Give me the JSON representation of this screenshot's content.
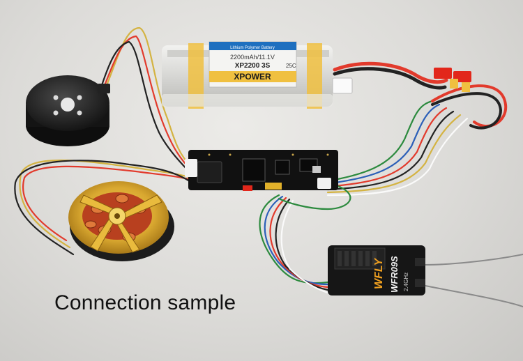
{
  "caption": "Connection sample",
  "battery": {
    "brand": "XPOWER",
    "model": "XP2200 3S",
    "rating": "25C",
    "capacity": "2200mAh/11.1V",
    "type": "Lithium Polymer Battery"
  },
  "receiver": {
    "brand": "WFLY",
    "model": "WFR09S",
    "band": "2.4GHz"
  },
  "colors": {
    "background": "#dcdbd8",
    "controller_board": "#111111",
    "motor_bell_gold": "#d9a830",
    "battery_tape": "#f0c040",
    "connector_red": "#e2271b",
    "caption_text": "#111111"
  }
}
